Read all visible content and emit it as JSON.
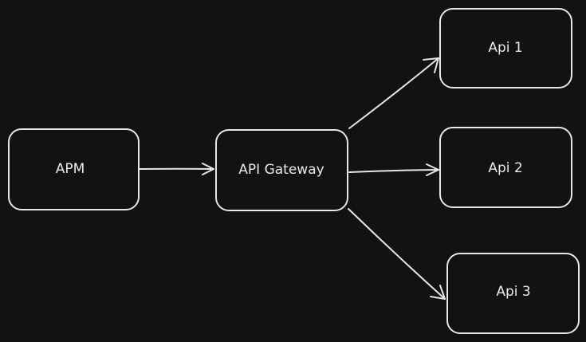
{
  "theme": {
    "background": "#121212",
    "stroke": "#e6e6e6",
    "text": "#eaeaea"
  },
  "nodes": {
    "apm": {
      "label": "APM"
    },
    "gateway": {
      "label": "API Gateway"
    },
    "api1": {
      "label": "Api 1"
    },
    "api2": {
      "label": "Api 2"
    },
    "api3": {
      "label": "Api 3"
    }
  },
  "edges": [
    {
      "from": "apm",
      "to": "gateway"
    },
    {
      "from": "gateway",
      "to": "api1"
    },
    {
      "from": "gateway",
      "to": "api2"
    },
    {
      "from": "gateway",
      "to": "api3"
    }
  ]
}
